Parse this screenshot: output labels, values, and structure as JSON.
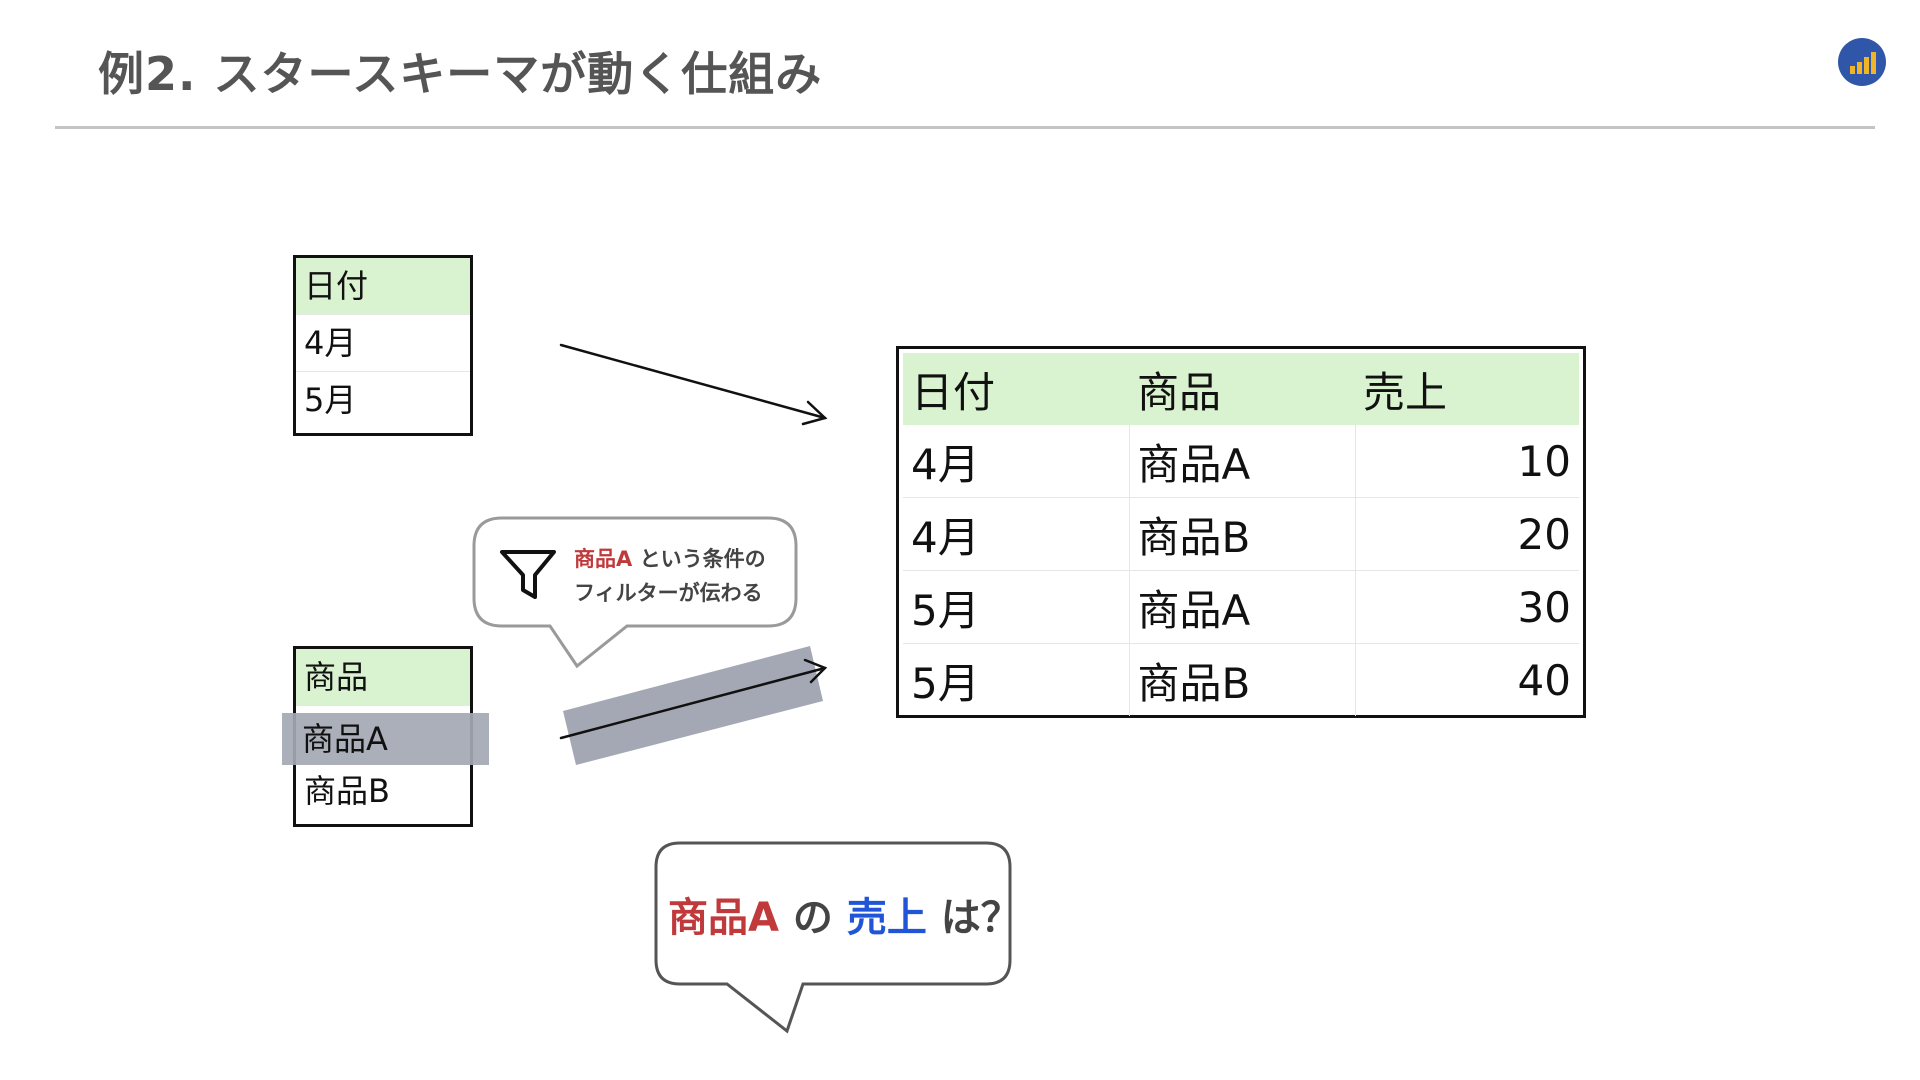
{
  "slide": {
    "title": "例2. スタースキーマが動く仕組み"
  },
  "date_table": {
    "header": "日付",
    "rows": [
      "4月",
      "5月"
    ]
  },
  "product_table": {
    "header": "商品",
    "rows": [
      "商品A",
      "商品B"
    ],
    "highlighted_index": 0
  },
  "fact_table": {
    "headers": [
      "日付",
      "商品",
      "売上"
    ],
    "rows": [
      [
        "4月",
        "商品A",
        "10"
      ],
      [
        "4月",
        "商品B",
        "20"
      ],
      [
        "5月",
        "商品A",
        "30"
      ],
      [
        "5月",
        "商品B",
        "40"
      ]
    ]
  },
  "filter_callout": {
    "icon": "filter-icon",
    "line1_highlight": "商品A",
    "line1_rest": " という条件の",
    "line2": "フィルターが伝わる"
  },
  "question_callout": {
    "part1": "商品A",
    "part2": " の ",
    "part3": "売上",
    "part4": " は？"
  },
  "colors": {
    "title": "#555555",
    "header_fill": "#d9f2d0",
    "highlight_band": "#a4a8b4",
    "emphasis_red": "#c0393b",
    "emphasis_blue": "#1f55d6",
    "logo_circle": "#2f56a8",
    "logo_bars": "#f0b429"
  }
}
